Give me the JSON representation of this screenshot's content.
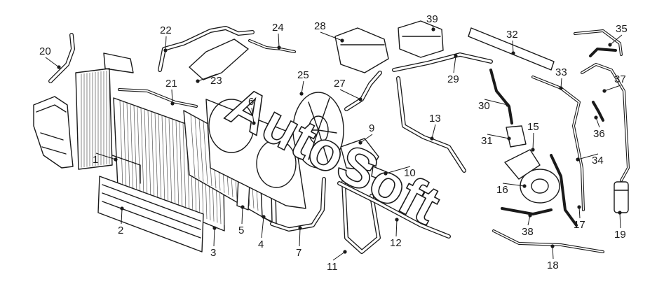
{
  "watermark": "AutoSoft",
  "callouts": [
    {
      "id": "1",
      "label": "1"
    },
    {
      "id": "2",
      "label": "2"
    },
    {
      "id": "3",
      "label": "3"
    },
    {
      "id": "4",
      "label": "4"
    },
    {
      "id": "5",
      "label": "5"
    },
    {
      "id": "6",
      "label": "6"
    },
    {
      "id": "7",
      "label": "7"
    },
    {
      "id": "9",
      "label": "9"
    },
    {
      "id": "10",
      "label": "10"
    },
    {
      "id": "11",
      "label": "11"
    },
    {
      "id": "12",
      "label": "12"
    },
    {
      "id": "13",
      "label": "13"
    },
    {
      "id": "15",
      "label": "15"
    },
    {
      "id": "16",
      "label": "16"
    },
    {
      "id": "17",
      "label": "17"
    },
    {
      "id": "18",
      "label": "18"
    },
    {
      "id": "19",
      "label": "19"
    },
    {
      "id": "20",
      "label": "20"
    },
    {
      "id": "21",
      "label": "21"
    },
    {
      "id": "22",
      "label": "22"
    },
    {
      "id": "23",
      "label": "23"
    },
    {
      "id": "24",
      "label": "24"
    },
    {
      "id": "25",
      "label": "25"
    },
    {
      "id": "27",
      "label": "27"
    },
    {
      "id": "28",
      "label": "28"
    },
    {
      "id": "29",
      "label": "29"
    },
    {
      "id": "30",
      "label": "30"
    },
    {
      "id": "31",
      "label": "31"
    },
    {
      "id": "32",
      "label": "32"
    },
    {
      "id": "33",
      "label": "33"
    },
    {
      "id": "34",
      "label": "34"
    },
    {
      "id": "35",
      "label": "35"
    },
    {
      "id": "36",
      "label": "36"
    },
    {
      "id": "37",
      "label": "37"
    },
    {
      "id": "38",
      "label": "38"
    },
    {
      "id": "39",
      "label": "39"
    }
  ]
}
